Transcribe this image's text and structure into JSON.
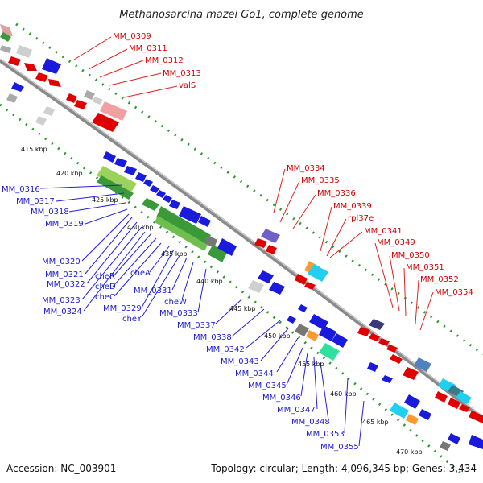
{
  "title": "Methanosarcina mazei Go1, complete genome",
  "accession": "Accession: NC_003901",
  "topology": "Topology: circular; Length: 4,096,345 bp; Genes: 3,434",
  "scale_labels": [
    "415 kbp",
    "420 kbp",
    "425 kbp",
    "430 kbp",
    "435 kbp",
    "440 kbp",
    "445 kbp",
    "450 kbp",
    "455 kbp",
    "460 kbp",
    "465 kbp",
    "470 kbp"
  ],
  "gene_labels_forward": [
    "MM_0309",
    "MM_0311",
    "MM_0312",
    "MM_0313",
    "valS",
    "MM_0334",
    "MM_0335",
    "MM_0336",
    "MM_0339",
    "rpl37e",
    "MM_0341",
    "MM_0349",
    "MM_0350",
    "MM_0351",
    "MM_0352",
    "MM_0354"
  ],
  "gene_labels_reverse": [
    "MM_0316",
    "MM_0317",
    "MM_0318",
    "MM_0319",
    "MM_0320",
    "MM_0321",
    "MM_0322",
    "MM_0323",
    "MM_0324",
    "cheR",
    "cheD",
    "cheC",
    "cheA",
    "MM_0329",
    "cheY",
    "MM_0331",
    "cheW",
    "MM_0333",
    "MM_0337",
    "MM_0338",
    "MM_0342",
    "MM_0343",
    "MM_0344",
    "MM_0345",
    "MM_0346",
    "MM_0347",
    "MM_0348",
    "MM_0353",
    "MM_0355"
  ],
  "colors": {
    "forward_strand": "#e00000",
    "reverse_strand": "#1a1adc",
    "backbone": "#8a8a8a",
    "tick": "#228b22"
  }
}
